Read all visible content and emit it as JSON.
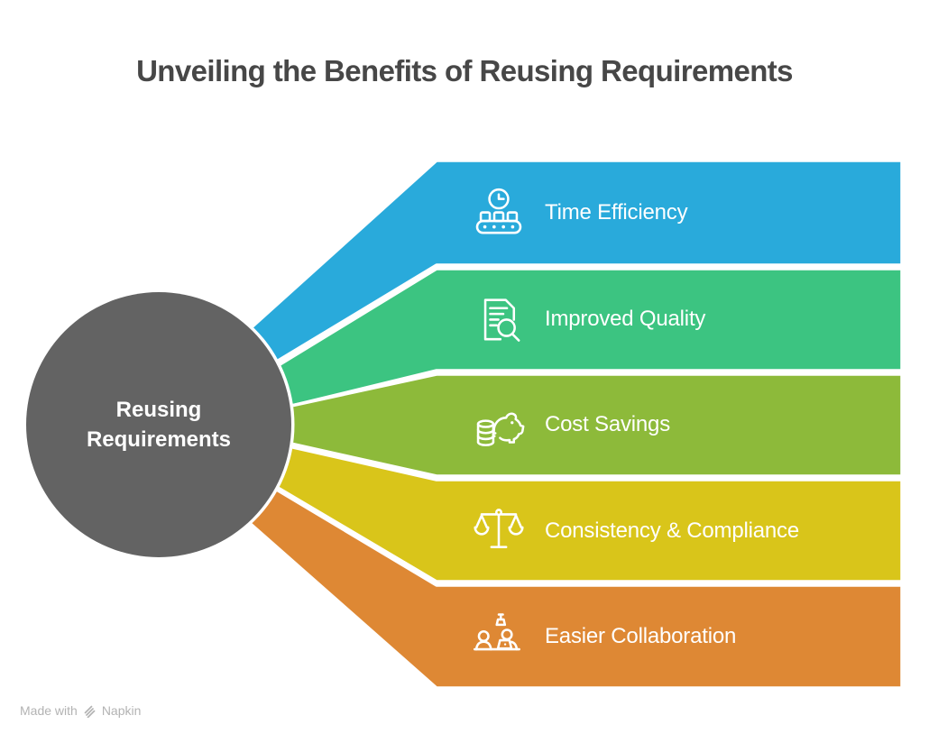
{
  "title": "Unveiling the Benefits of Reusing Requirements",
  "center": {
    "line1": "Reusing",
    "line2": "Requirements",
    "color": "#636363",
    "text_color": "#ffffff"
  },
  "bands": [
    {
      "label": "Time Efficiency",
      "color": "#29AADB",
      "icon": "clock-conveyor-icon"
    },
    {
      "label": "Improved Quality",
      "color": "#3CC481",
      "icon": "document-magnifier-icon"
    },
    {
      "label": "Cost Savings",
      "color": "#8DBA3A",
      "icon": "piggy-bank-coins-icon"
    },
    {
      "label": "Consistency & Compliance",
      "color": "#D9C51A",
      "icon": "balance-scale-icon"
    },
    {
      "label": "Easier Collaboration",
      "color": "#DE8834",
      "icon": "people-collaboration-icon"
    }
  ],
  "footer": {
    "made_with": "Made with",
    "brand": "Napkin",
    "text_color": "#b3b3b3"
  },
  "colors": {
    "title_text": "#474747",
    "band_label_text": "#ffffff",
    "background": "#ffffff"
  }
}
